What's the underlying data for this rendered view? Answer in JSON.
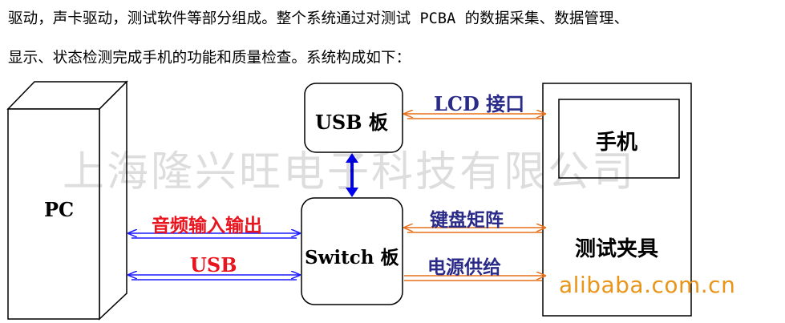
{
  "intro": {
    "line1": "驱动，声卡驱动，测试软件等部分组成。整个系统通过对测试 PCBA 的数据采集、数据管理、",
    "line2": "显示、状态检测完成手机的功能和质量检查。系统构成如下："
  },
  "blocks": {
    "pc": "PC",
    "usb_board": "USB 板",
    "switch_board": "Switch 板",
    "phone": "手机",
    "fixture": "测试夹具"
  },
  "links": {
    "audio": "音频输入输出",
    "usb": "USB",
    "lcd": "LCD 接口",
    "keypad": "键盘矩阵",
    "power": "电源供给"
  },
  "colors": {
    "blue_arrow": "#1a1aff",
    "orange_arrow": "#e8701a",
    "red_label": "#e8141e",
    "navy_label": "#2a2a88",
    "vertical_arrow": "#0000ee"
  },
  "watermark": "上海隆兴旺电子科技有限公司",
  "brand": "alibaba.com.cn"
}
